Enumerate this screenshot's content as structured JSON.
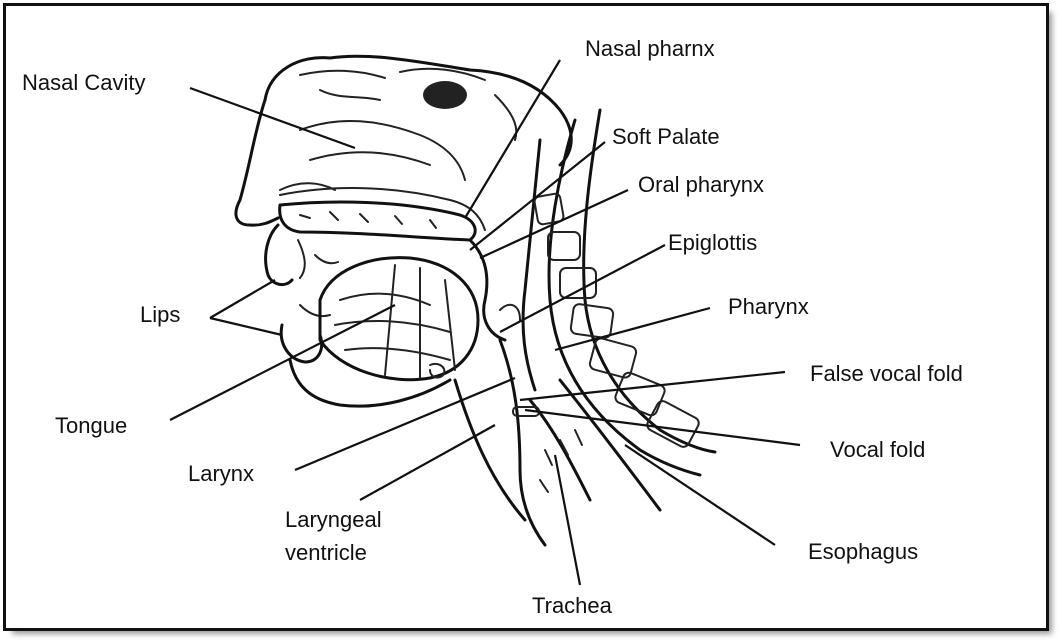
{
  "labels": {
    "nasal_cavity": "Nasal Cavity",
    "nasal_pharnx": "Nasal pharnx",
    "soft_palate": "Soft Palate",
    "oral_pharynx": "Oral pharynx",
    "epiglottis": "Epiglottis",
    "pharynx": "Pharynx",
    "lips": "Lips",
    "false_vocal_fold": "False vocal fold",
    "tongue": "Tongue",
    "vocal_fold": "Vocal fold",
    "larynx": "Larynx",
    "laryngeal_ventricle_line1": "Laryngeal",
    "laryngeal_ventricle_line2": "ventricle",
    "esophagus": "Esophagus",
    "trachea": "Trachea"
  }
}
